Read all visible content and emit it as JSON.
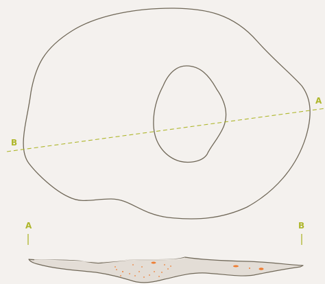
{
  "labels": {
    "section_start_plan": "A",
    "section_end_plan": "B",
    "section_start_profile": "A",
    "section_end_profile": "B"
  },
  "colors": {
    "background": "#f4f1ee",
    "outline": "#6f6757",
    "section_line": "#aeb62b",
    "profile_fill": "#e3ddd6",
    "finds": "#ee7d32"
  }
}
